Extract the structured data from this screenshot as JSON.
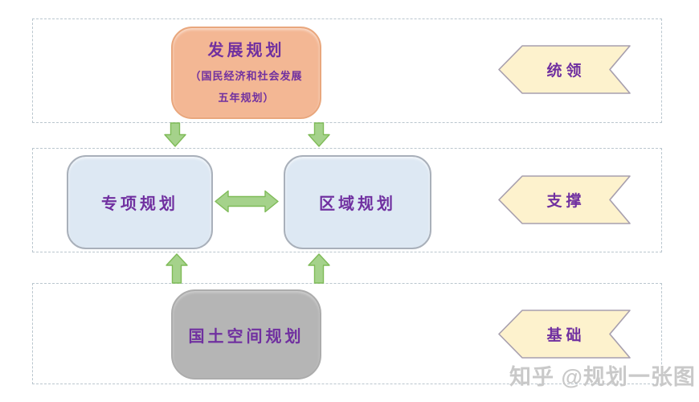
{
  "nodes": {
    "development_planning": {
      "title": "发展规划",
      "subtitle_lines": [
        "（国民经济和社会发展",
        "五年规划）"
      ]
    },
    "special_planning": {
      "title": "专项规划"
    },
    "regional_planning": {
      "title": "区域规划"
    },
    "territorial_spatial_planning": {
      "title": "国土空间规划"
    }
  },
  "banners": {
    "lead": "统领",
    "support": "支撑",
    "foundation": "基础"
  },
  "watermark": "知乎 @规划一张图",
  "colors": {
    "development_fill": "#f3b794",
    "development_border": "#e9a77d",
    "plan_blue_fill": "#dde8f3",
    "plan_blue_border": "#a9b0ba",
    "territorial_fill": "#b5b5b5",
    "territorial_border": "#acacac",
    "banner_fill": "#fdf2cd",
    "banner_border": "#a79fae",
    "arrow_fill": "#a5d28b",
    "arrow_stroke": "#7fbb58",
    "text_purple": "#7030a0",
    "band_border": "#bac6ce",
    "watermark_gray": "#c9c9c9"
  }
}
